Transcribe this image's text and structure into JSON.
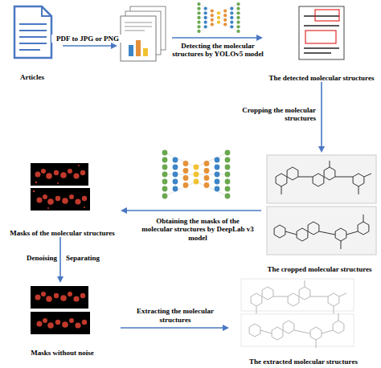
{
  "diagram": {
    "nodes": [
      {
        "text": [
          "Articles"
        ]
      },
      {
        "text": [
          "The detected molecular structures"
        ]
      },
      {
        "text": [
          "The cropped molecular structures"
        ]
      },
      {
        "text": [
          "Masks of the molecular structures"
        ]
      },
      {
        "text": [
          "Masks without noise"
        ]
      },
      {
        "text": [
          "The extracted molecular structures"
        ]
      }
    ],
    "edges": [
      {
        "from": 1,
        "to": 2,
        "arrow": "to",
        "label": "Cropping the molecular structures"
      },
      {
        "from": 2,
        "to": 3,
        "arrow": "to",
        "label": "Obtaining the masks of the molecular structures by DeepLab v3 model"
      },
      {
        "from": 3,
        "to": 4,
        "arrow": "to"
      },
      {
        "from": 4,
        "to": 5,
        "arrow": "to",
        "label": "Extracting the molecular structures"
      }
    ],
    "labels": [
      "PDF to JPG or PNG",
      "Detecting the molecular structures by YOLOv5 model",
      "Denoising",
      "Separating"
    ]
  }
}
